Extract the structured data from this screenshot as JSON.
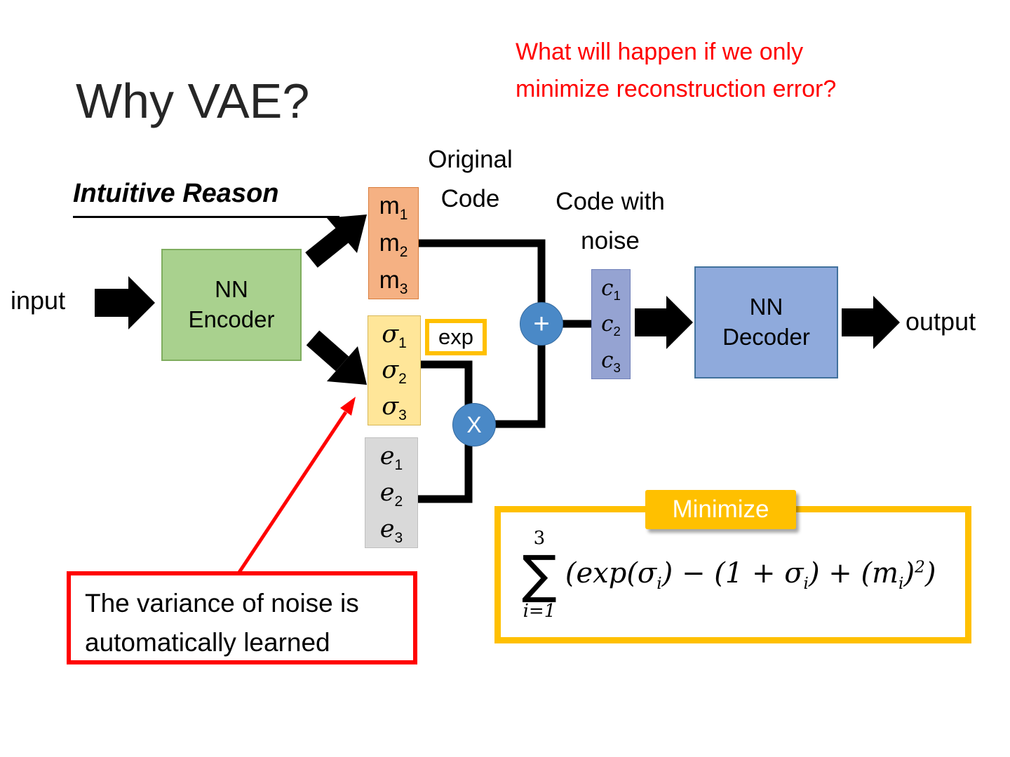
{
  "title": "Why VAE?",
  "question": "What will happen if we only\nminimize reconstruction error?",
  "section_heading": "Intuitive Reason",
  "labels": {
    "input": "input",
    "output": "output",
    "original_code": "Original\nCode",
    "code_with_noise": "Code with\nnoise"
  },
  "encoder": {
    "label": "NN\nEncoder"
  },
  "decoder": {
    "label": "NN\nDecoder"
  },
  "exp_box": {
    "label": "exp"
  },
  "operators": {
    "plus": "+",
    "multiply": "X"
  },
  "vectors": {
    "m": [
      {
        "base": "m",
        "sub": "1"
      },
      {
        "base": "m",
        "sub": "2"
      },
      {
        "base": "m",
        "sub": "3"
      }
    ],
    "sigma": [
      {
        "base": "σ",
        "sub": "1"
      },
      {
        "base": "σ",
        "sub": "2"
      },
      {
        "base": "σ",
        "sub": "3"
      }
    ],
    "e": [
      {
        "base": "e",
        "sub": "1"
      },
      {
        "base": "e",
        "sub": "2"
      },
      {
        "base": "e",
        "sub": "3"
      }
    ],
    "c": [
      {
        "base": "c",
        "sub": "1"
      },
      {
        "base": "c",
        "sub": "2"
      },
      {
        "base": "c",
        "sub": "3"
      }
    ]
  },
  "note": "The variance of noise is\nautomatically learned",
  "minimize_label": "Minimize",
  "formula": {
    "limit_top": "3",
    "sum_symbol": "∑",
    "limit_bottom": "i=1",
    "p1": "(exp(σ",
    "s1": "i",
    "p2": ") − (1 + σ",
    "s2": "i",
    "p3": ") + (m",
    "s3": "i",
    "p4": ")",
    "sup": "2",
    "p5": ")"
  },
  "colors": {
    "accent_gold": "#FFC000",
    "alert_red": "#FF0000",
    "encoder_green": "#A9D18E",
    "decoder_blue": "#8FAADC",
    "m_orange": "#F5B183",
    "sigma_yellow": "#FFE699",
    "e_gray": "#D9D9D9",
    "c_purple": "#95A3D2",
    "operator_blue": "#4A89C7"
  }
}
